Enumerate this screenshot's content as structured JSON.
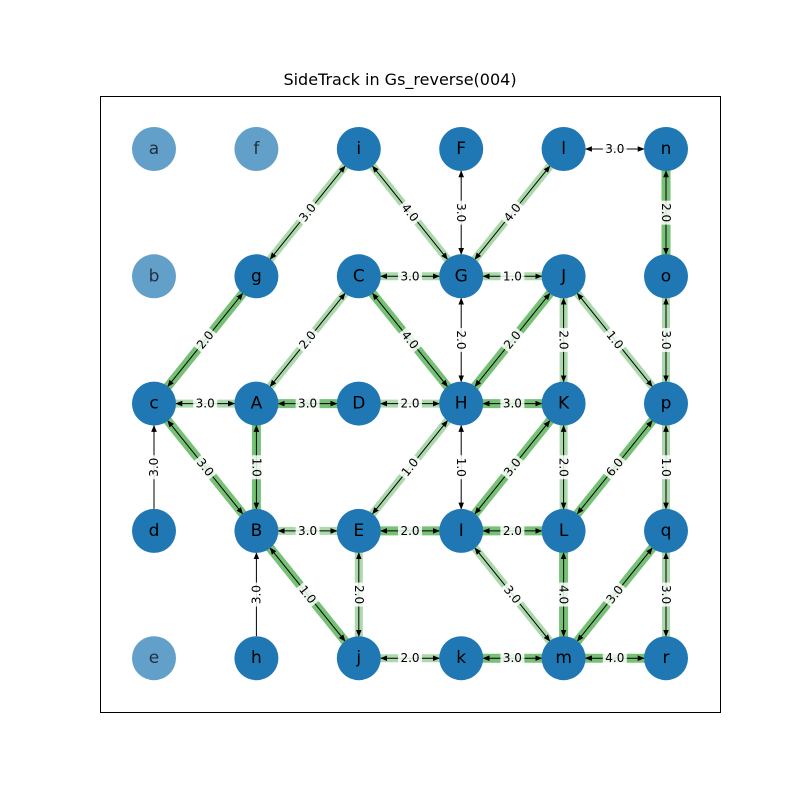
{
  "title": "SideTrack in Gs_reverse(004)",
  "colors": {
    "node": "#1f77b4",
    "highlight": "#2ca02c",
    "edge": "#000000",
    "label_bg": "#ffffff"
  },
  "nodes": [
    {
      "id": "a",
      "col": 0,
      "row": 0,
      "faded": true
    },
    {
      "id": "f",
      "col": 1,
      "row": 0,
      "faded": true
    },
    {
      "id": "i",
      "col": 2,
      "row": 0,
      "faded": false
    },
    {
      "id": "F",
      "col": 3,
      "row": 0,
      "faded": false
    },
    {
      "id": "l",
      "col": 4,
      "row": 0,
      "faded": false
    },
    {
      "id": "n",
      "col": 5,
      "row": 0,
      "faded": false
    },
    {
      "id": "b",
      "col": 0,
      "row": 1,
      "faded": true
    },
    {
      "id": "g",
      "col": 1,
      "row": 1,
      "faded": false
    },
    {
      "id": "C",
      "col": 2,
      "row": 1,
      "faded": false
    },
    {
      "id": "G",
      "col": 3,
      "row": 1,
      "faded": false
    },
    {
      "id": "J",
      "col": 4,
      "row": 1,
      "faded": false
    },
    {
      "id": "o",
      "col": 5,
      "row": 1,
      "faded": false
    },
    {
      "id": "c",
      "col": 0,
      "row": 2,
      "faded": false
    },
    {
      "id": "A",
      "col": 1,
      "row": 2,
      "faded": false
    },
    {
      "id": "D",
      "col": 2,
      "row": 2,
      "faded": false
    },
    {
      "id": "H",
      "col": 3,
      "row": 2,
      "faded": false
    },
    {
      "id": "K",
      "col": 4,
      "row": 2,
      "faded": false
    },
    {
      "id": "p",
      "col": 5,
      "row": 2,
      "faded": false
    },
    {
      "id": "d",
      "col": 0,
      "row": 3,
      "faded": false
    },
    {
      "id": "B",
      "col": 1,
      "row": 3,
      "faded": false
    },
    {
      "id": "E",
      "col": 2,
      "row": 3,
      "faded": false
    },
    {
      "id": "I",
      "col": 3,
      "row": 3,
      "faded": false
    },
    {
      "id": "L",
      "col": 4,
      "row": 3,
      "faded": false
    },
    {
      "id": "q",
      "col": 5,
      "row": 3,
      "faded": false
    },
    {
      "id": "e",
      "col": 0,
      "row": 4,
      "faded": true
    },
    {
      "id": "h",
      "col": 1,
      "row": 4,
      "faded": false
    },
    {
      "id": "j",
      "col": 2,
      "row": 4,
      "faded": false
    },
    {
      "id": "k",
      "col": 3,
      "row": 4,
      "faded": false
    },
    {
      "id": "m",
      "col": 4,
      "row": 4,
      "faded": false
    },
    {
      "id": "r",
      "col": 5,
      "row": 4,
      "faded": false
    }
  ],
  "edges": [
    {
      "from": "l",
      "to": "n",
      "label": "3.0",
      "dir": "both",
      "green": false
    },
    {
      "from": "F",
      "to": "G",
      "label": "3.0",
      "dir": "both",
      "green": false
    },
    {
      "from": "i",
      "to": "G",
      "label": "4.0",
      "dir": "both",
      "green": "light"
    },
    {
      "from": "l",
      "to": "G",
      "label": "4.0",
      "dir": "both",
      "green": "light"
    },
    {
      "from": "i",
      "to": "g",
      "label": "3.0",
      "dir": "both",
      "green": "light"
    },
    {
      "from": "n",
      "to": "o",
      "label": "2.0",
      "dir": "both",
      "green": "strong"
    },
    {
      "from": "C",
      "to": "G",
      "label": "3.0",
      "dir": "both",
      "green": "light"
    },
    {
      "from": "G",
      "to": "J",
      "label": "1.0",
      "dir": "both",
      "green": "light"
    },
    {
      "from": "G",
      "to": "H",
      "label": "2.0",
      "dir": "both",
      "green": false
    },
    {
      "from": "o",
      "to": "p",
      "label": "3.0",
      "dir": "both",
      "green": "light"
    },
    {
      "from": "g",
      "to": "c",
      "label": "2.0",
      "dir": "both",
      "green": "strong"
    },
    {
      "from": "C",
      "to": "A",
      "label": "2.0",
      "dir": "both",
      "green": "light"
    },
    {
      "from": "C",
      "to": "H",
      "label": "4.0",
      "dir": "both",
      "green": "strong"
    },
    {
      "from": "J",
      "to": "H",
      "label": "2.0",
      "dir": "both",
      "green": "strong"
    },
    {
      "from": "J",
      "to": "K",
      "label": "2.0",
      "dir": "both",
      "green": "light"
    },
    {
      "from": "J",
      "to": "p",
      "label": "1.0",
      "dir": "both",
      "green": "light"
    },
    {
      "from": "c",
      "to": "A",
      "label": "3.0",
      "dir": "both",
      "green": "light"
    },
    {
      "from": "A",
      "to": "D",
      "label": "3.0",
      "dir": "both",
      "green": "strong"
    },
    {
      "from": "D",
      "to": "H",
      "label": "2.0",
      "dir": "both",
      "green": "light"
    },
    {
      "from": "H",
      "to": "K",
      "label": "3.0",
      "dir": "both",
      "green": "strong"
    },
    {
      "from": "d",
      "to": "c",
      "label": "3.0",
      "dir": "to",
      "green": false
    },
    {
      "from": "c",
      "to": "B",
      "label": "3.0",
      "dir": "both",
      "green": "strong"
    },
    {
      "from": "A",
      "to": "B",
      "label": "1.0",
      "dir": "both",
      "green": "strong"
    },
    {
      "from": "H",
      "to": "E",
      "label": "1.0",
      "dir": "both",
      "green": "light"
    },
    {
      "from": "H",
      "to": "I",
      "label": "1.0",
      "dir": "both",
      "green": false
    },
    {
      "from": "K",
      "to": "I",
      "label": "3.0",
      "dir": "both",
      "green": "strong"
    },
    {
      "from": "K",
      "to": "L",
      "label": "2.0",
      "dir": "both",
      "green": "light"
    },
    {
      "from": "p",
      "to": "L",
      "label": "6.0",
      "dir": "both",
      "green": "strong"
    },
    {
      "from": "p",
      "to": "q",
      "label": "1.0",
      "dir": "both",
      "green": "light"
    },
    {
      "from": "B",
      "to": "E",
      "label": "3.0",
      "dir": "both",
      "green": "light"
    },
    {
      "from": "E",
      "to": "I",
      "label": "2.0",
      "dir": "both",
      "green": "strong"
    },
    {
      "from": "I",
      "to": "L",
      "label": "2.0",
      "dir": "both",
      "green": "strong"
    },
    {
      "from": "h",
      "to": "B",
      "label": "3.0",
      "dir": "to",
      "green": false
    },
    {
      "from": "B",
      "to": "j",
      "label": "1.0",
      "dir": "both",
      "green": "strong"
    },
    {
      "from": "E",
      "to": "j",
      "label": "2.0",
      "dir": "both",
      "green": "light"
    },
    {
      "from": "I",
      "to": "m",
      "label": "3.0",
      "dir": "both",
      "green": "light"
    },
    {
      "from": "L",
      "to": "m",
      "label": "4.0",
      "dir": "both",
      "green": "strong"
    },
    {
      "from": "q",
      "to": "m",
      "label": "3.0",
      "dir": "both",
      "green": "strong"
    },
    {
      "from": "q",
      "to": "r",
      "label": "3.0",
      "dir": "both",
      "green": "light"
    },
    {
      "from": "j",
      "to": "k",
      "label": "2.0",
      "dir": "both",
      "green": "light"
    },
    {
      "from": "k",
      "to": "m",
      "label": "3.0",
      "dir": "both",
      "green": "strong"
    },
    {
      "from": "m",
      "to": "r",
      "label": "4.0",
      "dir": "both",
      "green": "strong"
    }
  ]
}
